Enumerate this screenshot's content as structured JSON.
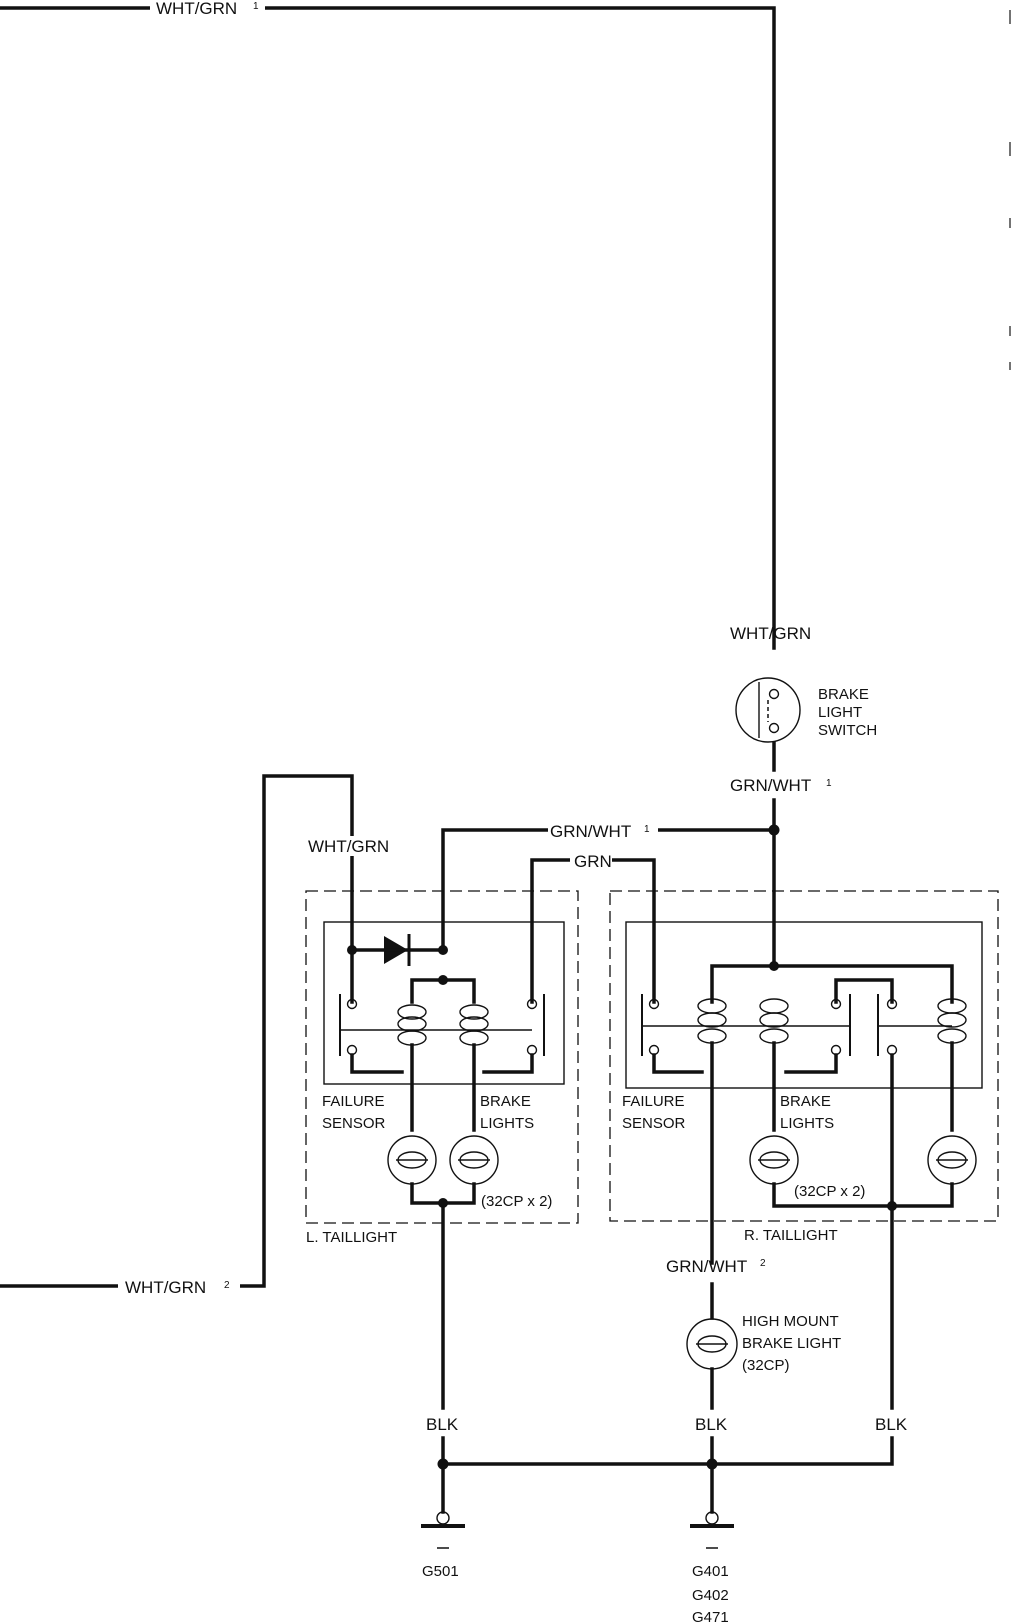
{
  "wires": {
    "top_left": "WHT/GRN",
    "top_left_sup": "1",
    "switch_in": "WHT/GRN",
    "switch_out": "GRN/WHT",
    "switch_out_sup": "1",
    "bus": "GRN/WHT",
    "bus_sup": "1",
    "grn": "GRN",
    "left_feed": "WHT/GRN",
    "bottom_left": "WHT/GRN",
    "bottom_left_sup": "2",
    "highmount_feed": "GRN/WHT",
    "highmount_feed_sup": "2",
    "blk_left": "BLK",
    "blk_mid": "BLK",
    "blk_right": "BLK"
  },
  "components": {
    "brake_switch": [
      "BRAKE",
      "LIGHT",
      "SWITCH"
    ],
    "left": {
      "failure": [
        "FAILURE",
        "SENSOR"
      ],
      "brake": [
        "BRAKE",
        "LIGHTS"
      ],
      "bulbs": "(32CP x 2)",
      "name": "L. TAILLIGHT"
    },
    "right": {
      "failure": [
        "FAILURE",
        "SENSOR"
      ],
      "brake": [
        "BRAKE",
        "LIGHTS"
      ],
      "bulbs": "(32CP x 2)",
      "name": "R. TAILLIGHT"
    },
    "high_mount": [
      "HIGH MOUNT",
      "BRAKE LIGHT",
      "(32CP)"
    ]
  },
  "grounds": {
    "left": "G501",
    "right": [
      "G401",
      "G402",
      "G471"
    ]
  },
  "colors": {
    "ink": "#111111",
    "paper": "#ffffff"
  }
}
